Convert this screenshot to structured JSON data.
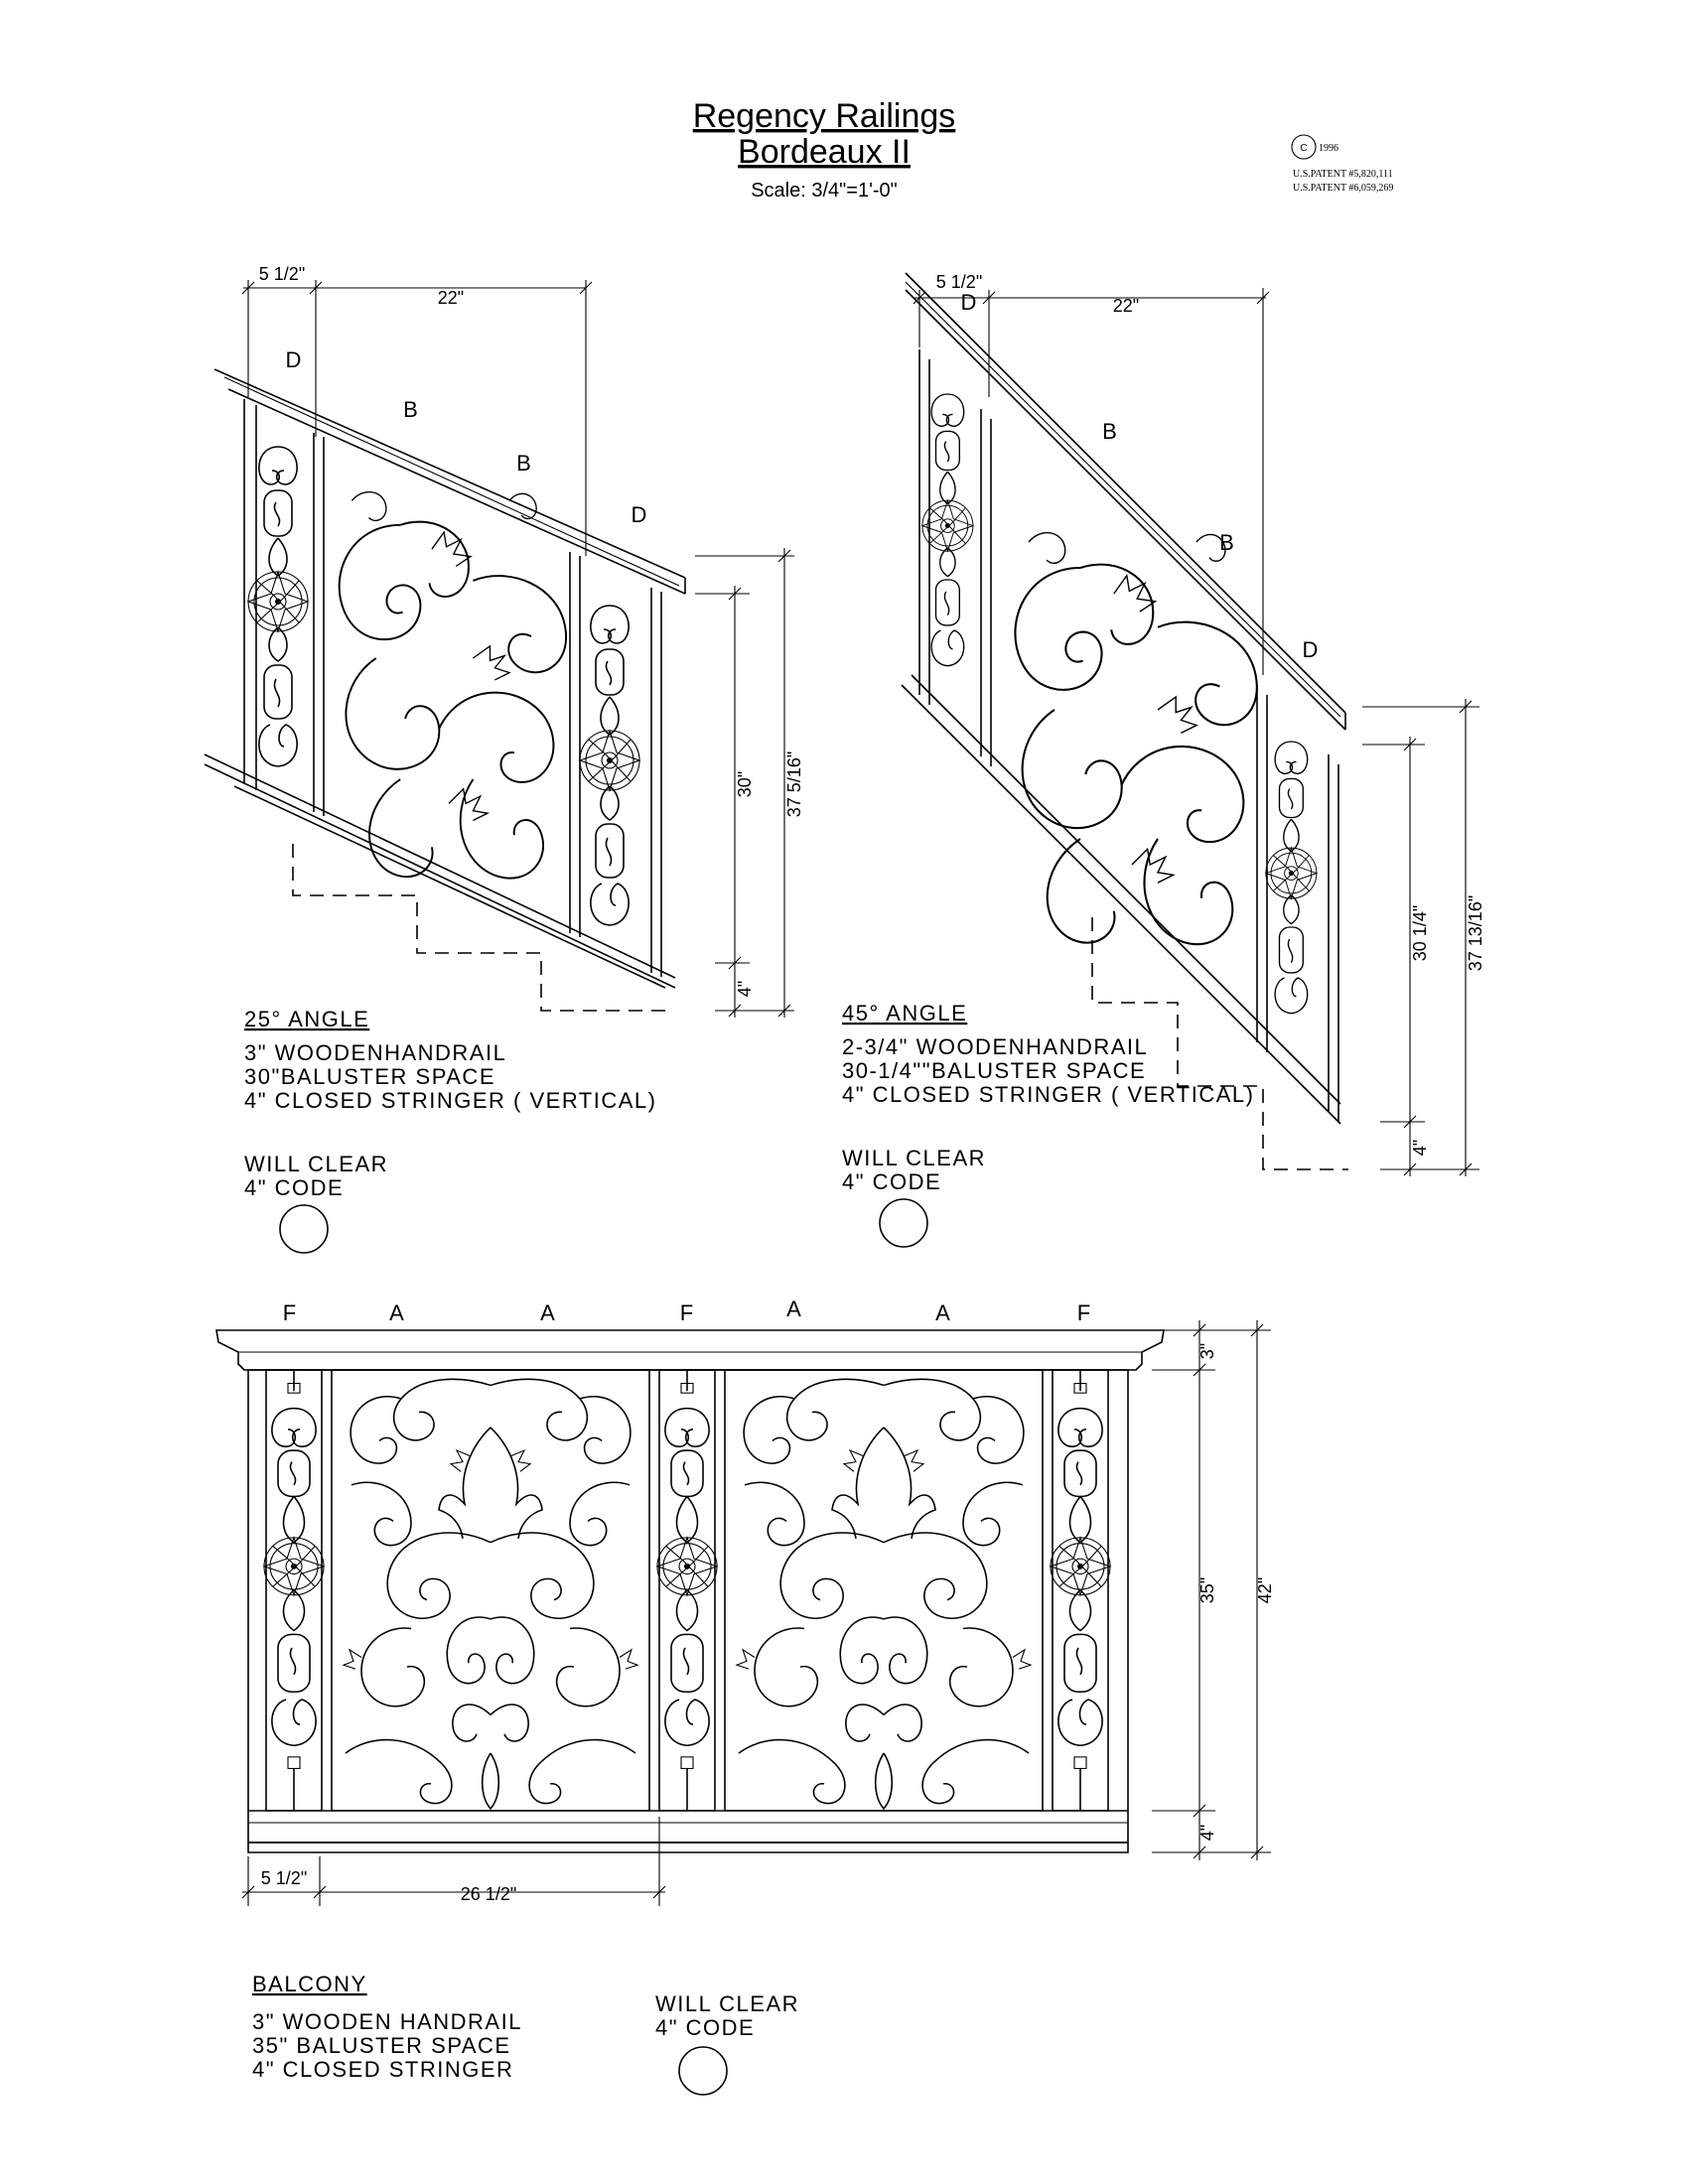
{
  "header": {
    "title_line1": "Regency Railings",
    "title_line2": "Bordeaux  II",
    "scale": "Scale: 3/4\"=1'-0\"",
    "copyright_symbol": "C",
    "copyright_year": "1996",
    "patent_1": "U.S.PATENT #5,820,111",
    "patent_2": "U.S.PATENT #6,059,269"
  },
  "stair25": {
    "dim_post": "5 1/2\"",
    "dim_panel": "22\"",
    "dim_baluster": "30\"",
    "dim_total": "37 5/16\"",
    "dim_stringer": "4\"",
    "labels": [
      "D",
      "B",
      "B",
      "D"
    ],
    "heading": "25° ANGLE",
    "notes": [
      "3\" WOODENHANDRAIL",
      "30\"BALUSTER SPACE",
      "4\" CLOSED STRINGER ( VERTICAL)"
    ],
    "clear_line1": "WILL CLEAR",
    "clear_line2": "4\" CODE"
  },
  "stair45": {
    "dim_post": "5 1/2\"",
    "dim_panel": "22\"",
    "dim_baluster": "30 1/4\"",
    "dim_total": "37 13/16\"",
    "dim_stringer": "4\"",
    "labels": [
      "D",
      "B",
      "B",
      "D"
    ],
    "heading": "45° ANGLE",
    "notes": [
      "2-3/4\" WOODENHANDRAIL",
      "30-1/4\"\"BALUSTER SPACE",
      "4\" CLOSED STRINGER ( VERTICAL)"
    ],
    "clear_line1": "WILL CLEAR",
    "clear_line2": "4\" CODE"
  },
  "balcony": {
    "labels": [
      "F",
      "A",
      "A",
      "F",
      "A",
      "A",
      "F"
    ],
    "dim_rail": "3\"",
    "dim_baluster": "35\"",
    "dim_total": "42\"",
    "dim_stringer": "4\"",
    "dim_post": "5 1/2\"",
    "dim_panel": "26 1/2\"",
    "heading": "BALCONY",
    "notes": [
      "3\" WOODEN HANDRAIL",
      "35\" BALUSTER SPACE",
      "4\" CLOSED STRINGER"
    ],
    "clear_line1": "WILL CLEAR",
    "clear_line2": "4\" CODE"
  }
}
